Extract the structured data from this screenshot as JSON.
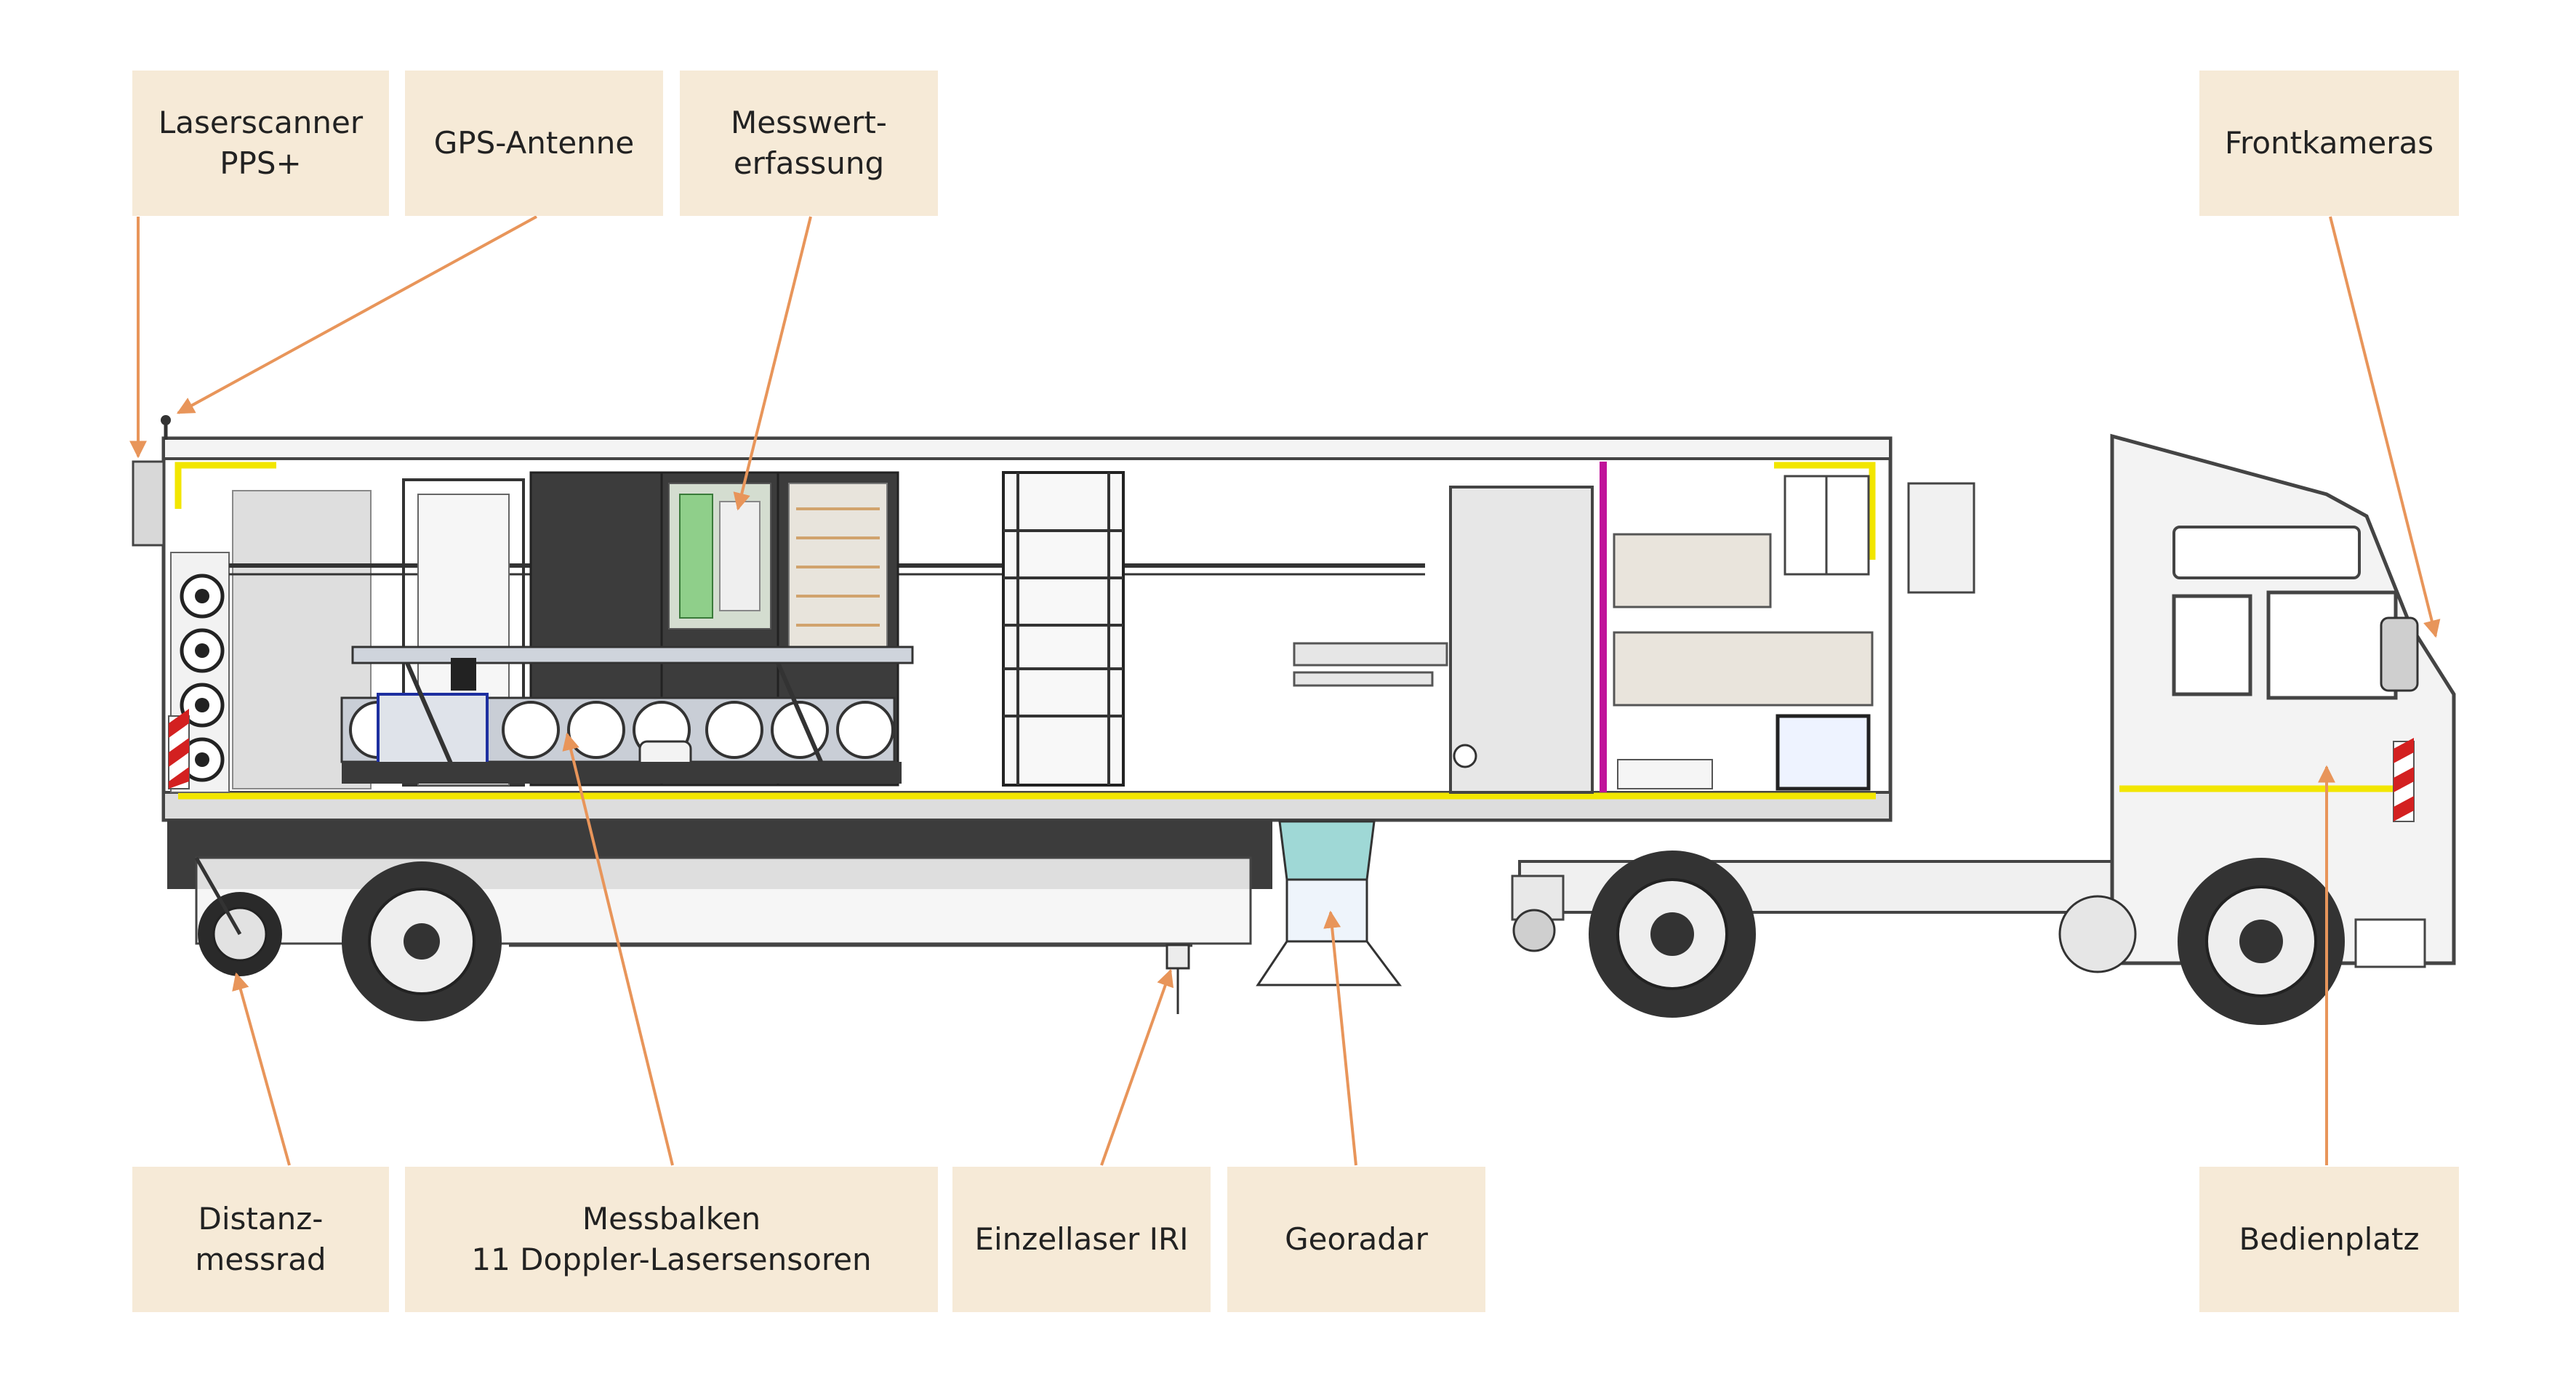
{
  "labels": {
    "laserscanner": {
      "line1": "Laserscanner",
      "line2": "PPS+"
    },
    "gps": {
      "line1": "GPS-Antenne"
    },
    "messwert": {
      "line1": "Messwert-",
      "line2": "erfassung"
    },
    "frontkameras": {
      "line1": "Frontkameras"
    },
    "distanz": {
      "line1": "Distanz-",
      "line2": "messrad"
    },
    "messbalken": {
      "line1": "Messbalken",
      "line2": "11 Doppler-Lasersensoren"
    },
    "einzellaser": {
      "line1": "Einzellaser IRI"
    },
    "georadar": {
      "line1": "Georadar"
    },
    "bedienplatz": {
      "line1": "Bedienplatz"
    }
  },
  "colors": {
    "label_bg": "#f6ead7",
    "leader": "#e8955a",
    "accent_yellow": "#f2e600",
    "accent_magenta": "#c0149a",
    "cabinet_dark": "#3c3c3c",
    "glass": "#9fd8d6"
  }
}
